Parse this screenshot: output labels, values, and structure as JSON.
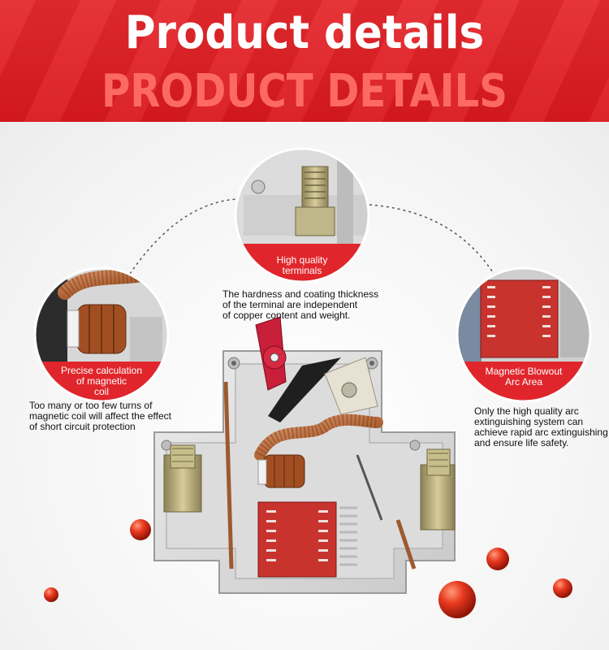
{
  "header": {
    "title": "Product details",
    "subtitle": "PRODUCT DETAILS"
  },
  "callouts": [
    {
      "label": "High quality\nterminals",
      "description": "The hardness and coating thickness\nof the terminal are independent\nof copper content and weight."
    },
    {
      "label": "Precise calculation\nof magnetic\ncoil",
      "description": "Too many or too few turns of\nmagnetic coil will affect the effect\nof short circuit protection"
    },
    {
      "label": "Magnetic Blowout\nArc Area",
      "description": "Only the high quality arc\nextinguishing system can\nachieve rapid arc extinguishing\nand ensure life safety."
    }
  ],
  "colors": {
    "accent": "#d8181e",
    "label_band": "#e0262c",
    "housing": "#d9d9d9",
    "arc_chute": "#c8332e",
    "copper": "#b5693a",
    "ball": "#e8391f"
  }
}
